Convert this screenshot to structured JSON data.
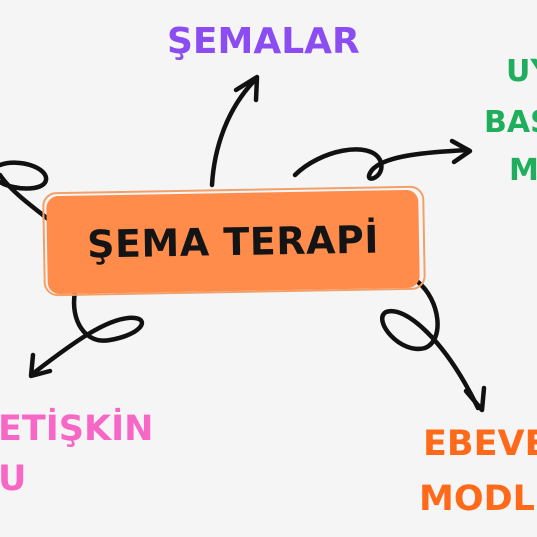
{
  "center": {
    "text": "ŞEMA TERAPİ",
    "fill": "#ff8c4a"
  },
  "branches": {
    "top": {
      "text": "ŞEMALAR",
      "color": "#8b4cf2"
    },
    "right_top": {
      "lines": [
        "UY",
        "BAŞ",
        "M"
      ],
      "color": "#1fae5b"
    },
    "left_bottom": {
      "lines": [
        "ETİŞKİN",
        "U"
      ],
      "color": "#f768c6"
    },
    "right_bottom": {
      "lines": [
        "EBEVE",
        "MODL"
      ],
      "color": "#ff6a1a"
    }
  },
  "stroke_color": "#111111"
}
